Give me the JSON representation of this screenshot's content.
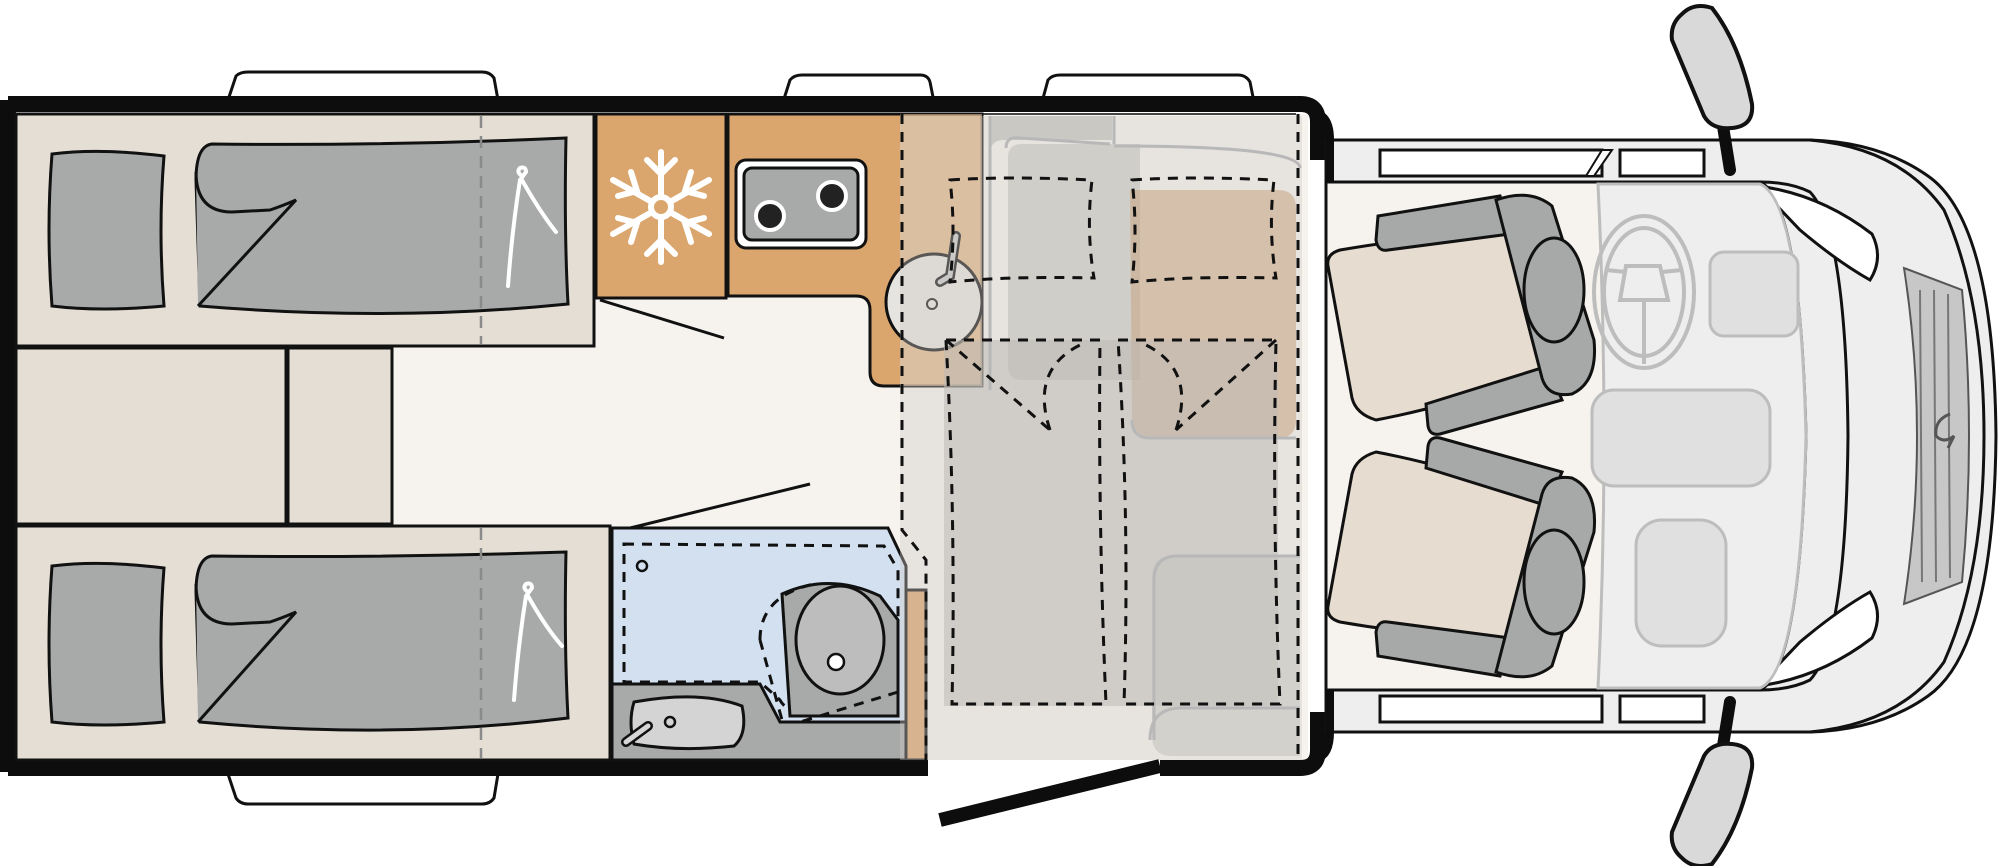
{
  "diagram": {
    "type": "motorhome-floorplan",
    "palette": {
      "wall": "#0d0d0d",
      "floor": "#f6f3ee",
      "bed_base": "#e5ded4",
      "mattress": "#a8a9a9",
      "kitchen_wood": "#dba66e",
      "wood_light": "#e6c5a0",
      "bathroom": "#d3e0f0",
      "table_overlay": "#bdbab4",
      "cab_seat": "#e6dcd0",
      "cab_trim": "#a7a8a8",
      "cab_body": "#eeeeee"
    },
    "items": [
      {
        "name": "rear-bed-top",
        "icon": "single-bed"
      },
      {
        "name": "rear-bed-bottom",
        "icon": "single-bed"
      },
      {
        "name": "fridge",
        "icon": "snowflake-icon"
      },
      {
        "name": "kitchen",
        "icon": "two-burner-hob"
      },
      {
        "name": "kitchen-sink",
        "icon": "sink-icon"
      },
      {
        "name": "bathroom",
        "icon": "toilet-icon"
      },
      {
        "name": "dinette",
        "icon": "table-seating"
      },
      {
        "name": "entrance-door",
        "icon": "door-icon"
      },
      {
        "name": "driver-seat",
        "icon": "swivel-seat"
      },
      {
        "name": "passenger-seat",
        "icon": "swivel-seat"
      },
      {
        "name": "steering-wheel",
        "icon": "steering-wheel-icon"
      }
    ]
  }
}
